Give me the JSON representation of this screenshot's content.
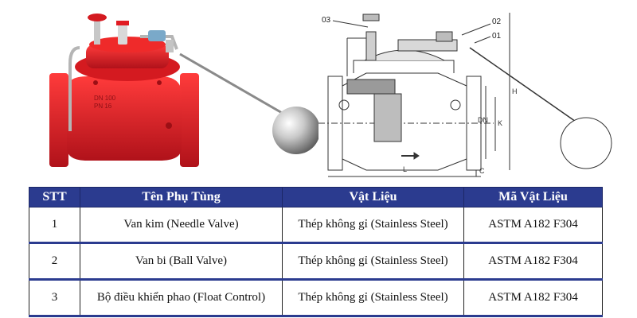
{
  "photo": {
    "stamp_line1": "DN 100",
    "stamp_line2": "PN 16"
  },
  "drawing": {
    "callouts": [
      "03",
      "02",
      "01"
    ],
    "dimensions": {
      "H": "H",
      "DN": "DN",
      "K": "K",
      "L": "L",
      "C": "C"
    }
  },
  "table": {
    "headers": [
      "STT",
      "Tên Phụ Tùng",
      "Vật Liệu",
      "Mã Vật Liệu"
    ],
    "rows": [
      [
        "1",
        "Van kim (Needle Valve)",
        "Thép không gỉ (Stainless Steel)",
        "ASTM A182 F304"
      ],
      [
        "2",
        "Van bi (Ball Valve)",
        "Thép không gỉ (Stainless Steel)",
        "ASTM A182 F304"
      ],
      [
        "3",
        "Bộ điều khiển phao (Float Control)",
        "Thép không gỉ (Stainless Steel)",
        "ASTM A182 F304"
      ]
    ]
  },
  "colors": {
    "valve_red": "#e11b22",
    "header_blue": "#2b3b8f"
  }
}
